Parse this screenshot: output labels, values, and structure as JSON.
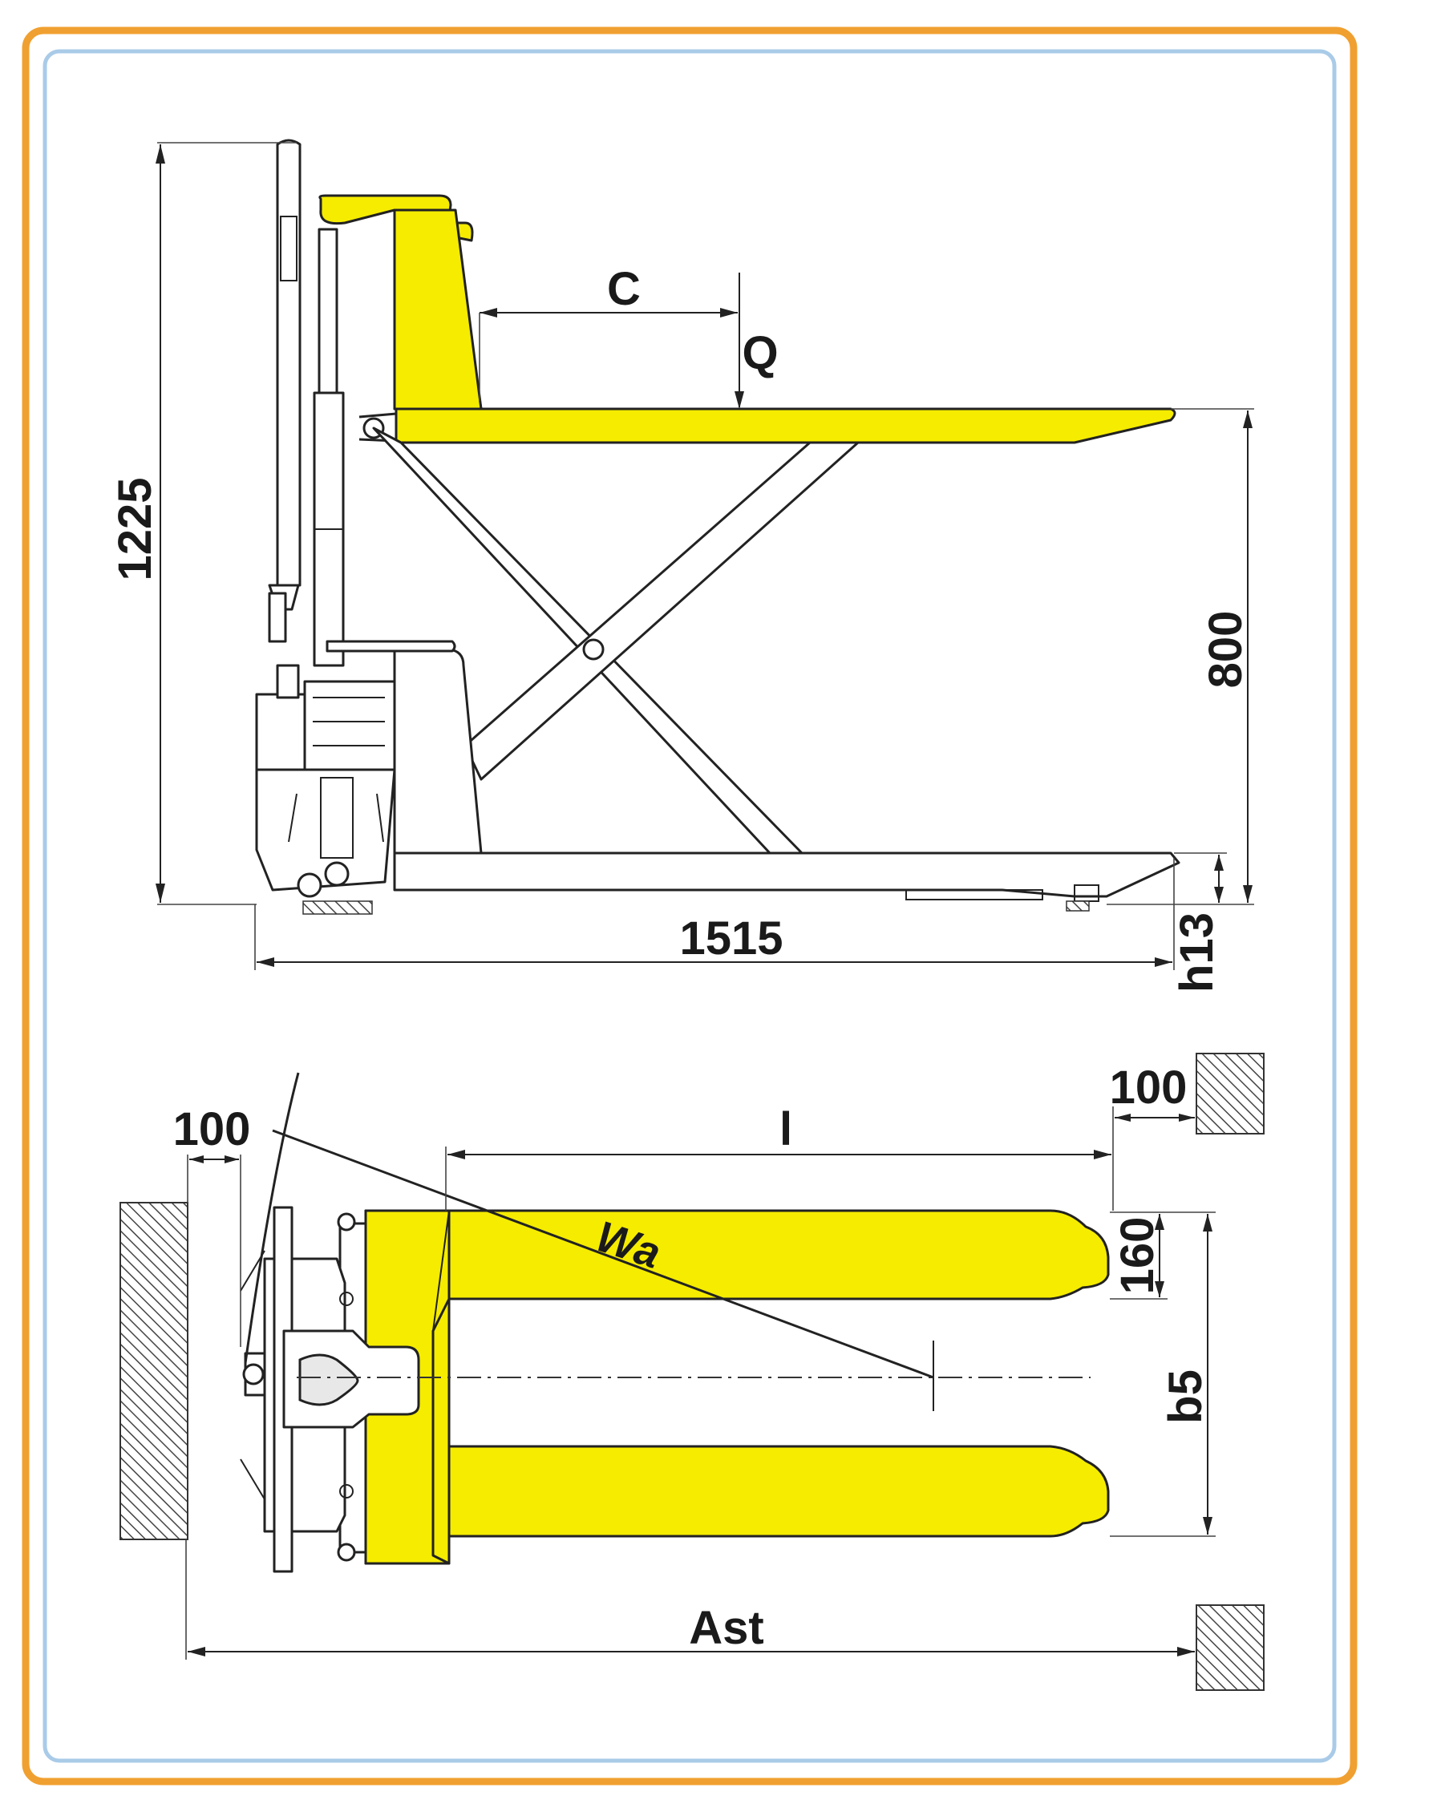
{
  "side_view": {
    "dim_total_height": "1225",
    "dim_load_center": "C",
    "dim_load": "Q",
    "dim_lift_height": "800",
    "dim_length": "1515",
    "dim_lowered_height": "h13"
  },
  "top_view": {
    "dim_clearance_left": "100",
    "dim_clearance_right": "100",
    "dim_fork_length": "l",
    "dim_fork_width": "160",
    "dim_outer_width": "b5",
    "dim_turning_radius": "Wa",
    "dim_aisle_width": "Ast"
  },
  "colors": {
    "fork_yellow": "#f5ec00",
    "frame_orange": "#f0a030",
    "frame_blue": "#a9cbe8"
  }
}
